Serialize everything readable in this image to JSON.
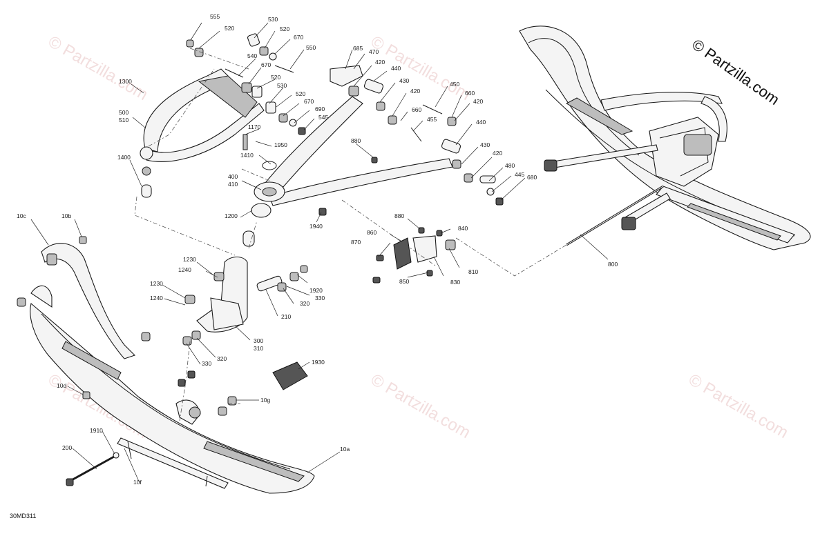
{
  "copyright": "© Partzilla.com",
  "drawing_number": "30MD311",
  "watermark_text": "© Partzilla.com",
  "callouts": {
    "p555": "555",
    "p530a": "530",
    "p520a": "520",
    "p670a": "670",
    "p550": "550",
    "p1300": "1300",
    "p500": "500",
    "p510": "510",
    "p540": "540",
    "p670b": "670",
    "p520b": "520",
    "p530b": "530",
    "p520c": "520",
    "p670c": "670",
    "p690": "690",
    "p545": "545",
    "p685": "685",
    "p470": "470",
    "p420a": "420",
    "p440a": "440",
    "p430a": "430",
    "p420b": "420",
    "p450": "450",
    "p660a": "660",
    "p420c": "420",
    "p660b": "660",
    "p455": "455",
    "p440b": "440",
    "p430b": "430",
    "p420d": "420",
    "p480": "480",
    "p445": "445",
    "p680": "680",
    "p1170": "1170",
    "p1950": "1950",
    "p1410": "1410",
    "p880a": "880",
    "p1400": "1400",
    "p400": "400",
    "p410": "410",
    "p1940": "1940",
    "p1200": "1200",
    "p10c": "10c",
    "p10b": "10b",
    "p880b": "880",
    "p860": "860",
    "p840": "840",
    "p870": "870",
    "p810": "810",
    "p850": "850",
    "p830": "830",
    "p800": "800",
    "p1230a": "1230",
    "p1240a": "1240",
    "p1920": "1920",
    "p1230b": "1230",
    "p330a": "330",
    "p320a": "320",
    "p1240b": "1240",
    "p210": "210",
    "p300": "300",
    "p310": "310",
    "p330b": "330",
    "p320b": "320",
    "p1930": "1930",
    "p10d": "10d",
    "p10g": "10g",
    "p1910": "1910",
    "p200": "200",
    "p10a": "10a",
    "p10f": "10f"
  },
  "colors": {
    "line": "#1b1b1b",
    "watermark": "#e9c4c4",
    "background": "#ffffff"
  }
}
